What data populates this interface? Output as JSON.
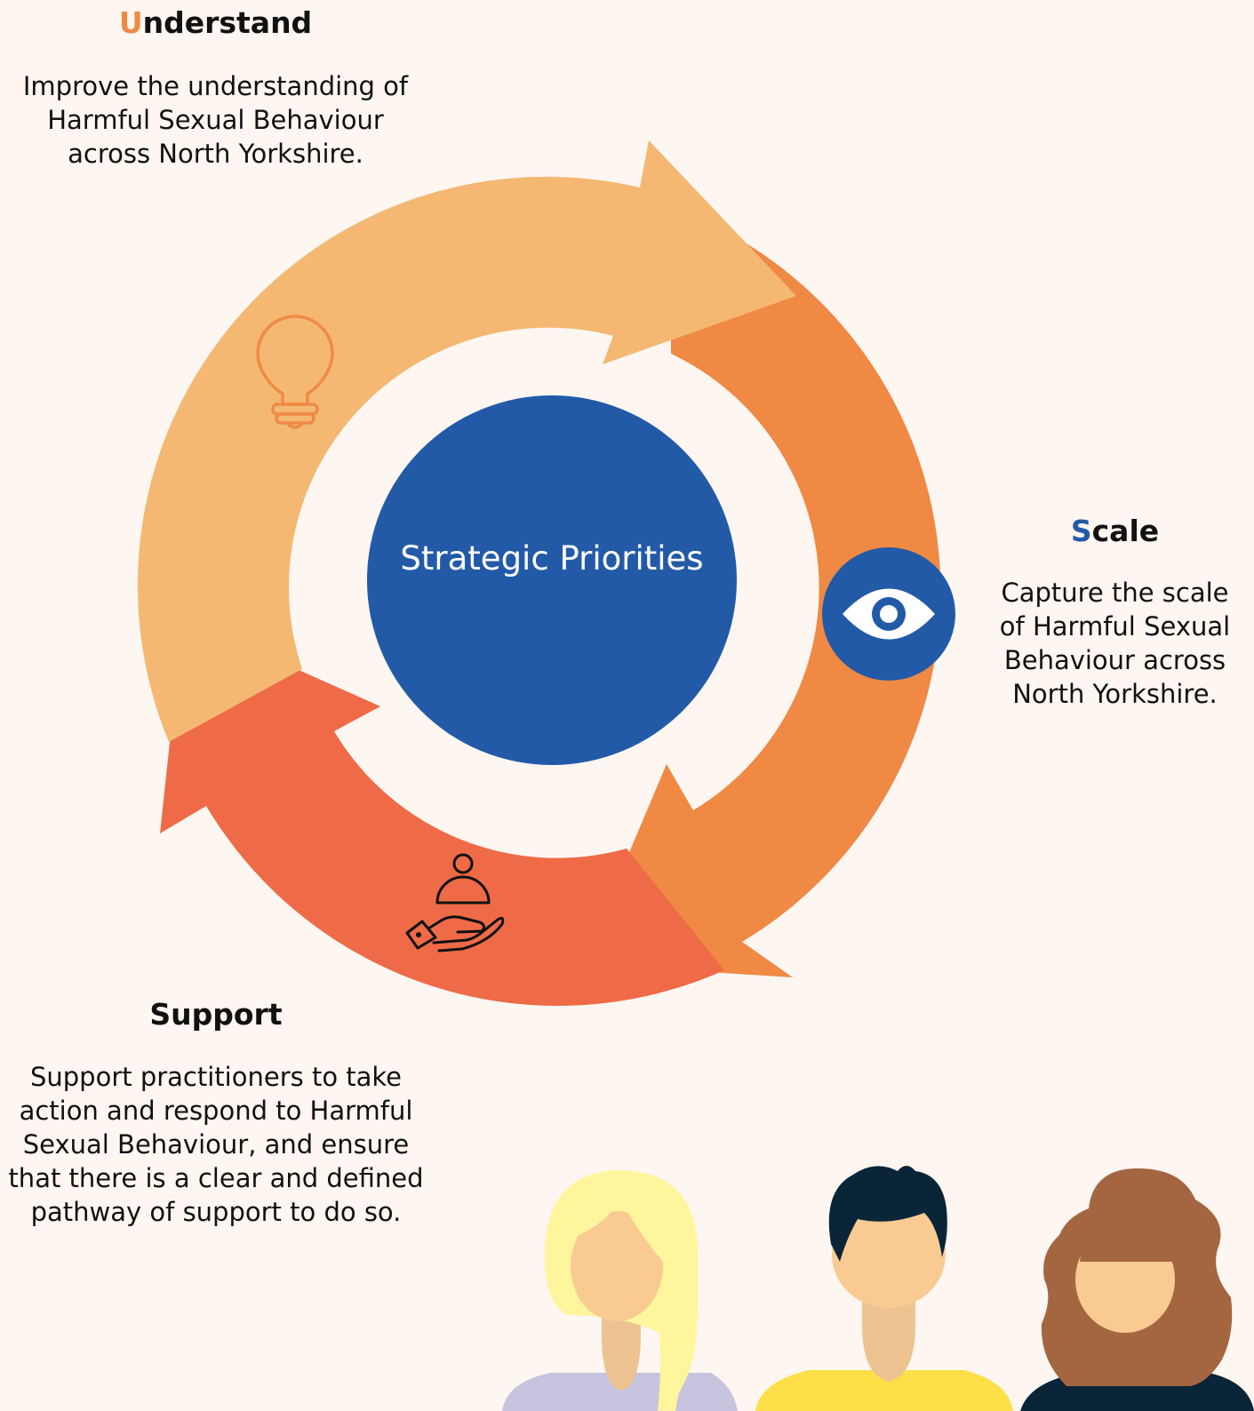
{
  "diagram": {
    "center_label": "Strategic Priorities",
    "priorities": [
      {
        "key": "understand",
        "initial": "U",
        "rest": "nderstand",
        "description": "Improve the understanding of Harmful Sexual Behaviour across North Yorkshire.",
        "icon": "lightbulb-icon",
        "accent_color": "#ef8a44",
        "arrow_color": "#f4b872"
      },
      {
        "key": "scale",
        "initial": "S",
        "rest": "cale",
        "description": "Capture the scale of Harmful Sexual Behaviour across North Yorkshire.",
        "icon": "eye-icon",
        "accent_color": "#235aa8",
        "arrow_color": "#ef8944"
      },
      {
        "key": "support",
        "heading": "Support",
        "description": "Support practitioners to take action and respond to Harmful Sexual Behaviour, and ensure that there is a clear and defined pathway of support to do so.",
        "icon": "hand-person-icon",
        "arrow_color": "#ef6a47"
      }
    ],
    "colors": {
      "background": "#fdf6f1",
      "center_circle": "#235aa8",
      "text": "#111111"
    },
    "illustration_icons": [
      "blonde-person-icon",
      "dark-hair-person-icon",
      "curly-hair-person-icon"
    ]
  }
}
